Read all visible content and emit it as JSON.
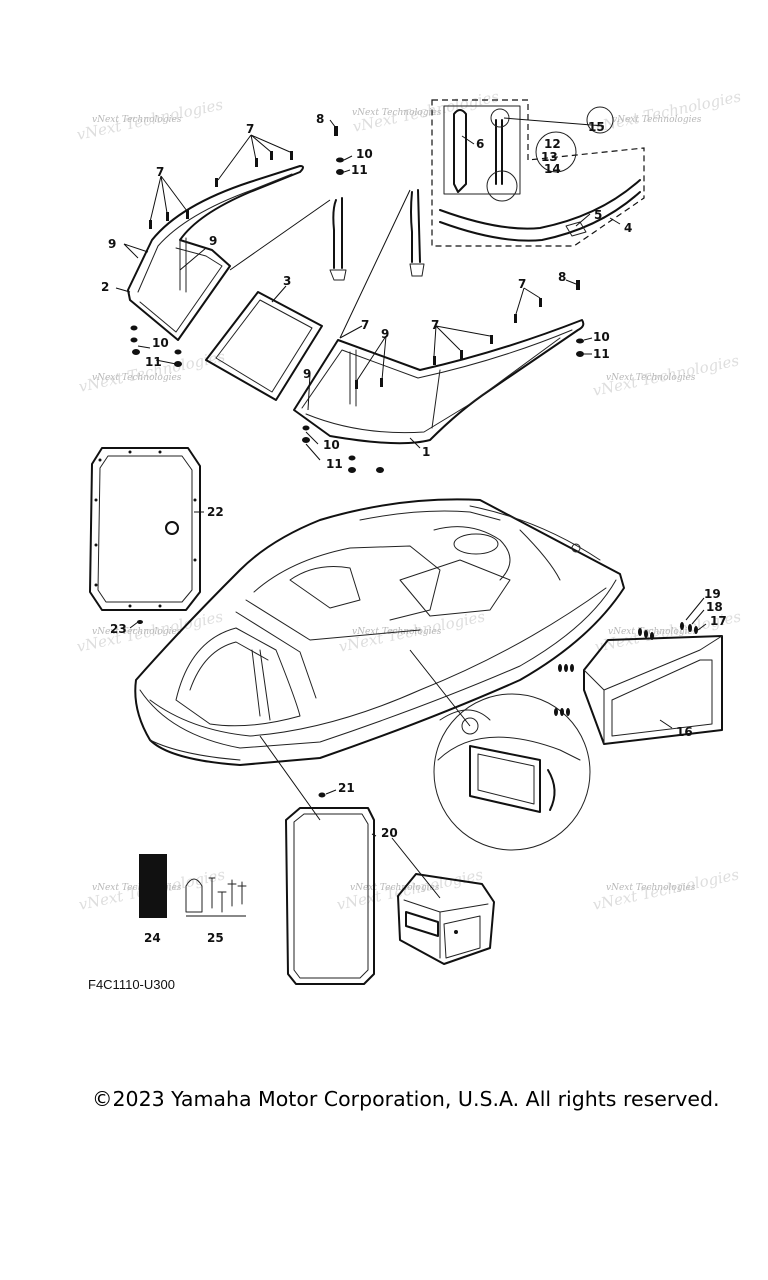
{
  "diagram": {
    "part_code": "F4C1110-U300",
    "copyright": "©2023 Yamaha Motor Corporation, U.S.A. All rights reserved.",
    "watermark": "vNext Technologies",
    "callouts": {
      "c1": "1",
      "c2": "2",
      "c3": "3",
      "c4": "4",
      "c5": "5",
      "c6": "6",
      "c7": "7",
      "c8": "8",
      "c9": "9",
      "c10": "10",
      "c11": "11",
      "c12": "12",
      "c13": "13",
      "c14": "14",
      "c15": "15",
      "c16": "16",
      "c17": "17",
      "c18": "18",
      "c19": "19",
      "c20": "20",
      "c21": "21",
      "c22": "22",
      "c23": "23",
      "c24": "24",
      "c25": "25"
    }
  }
}
